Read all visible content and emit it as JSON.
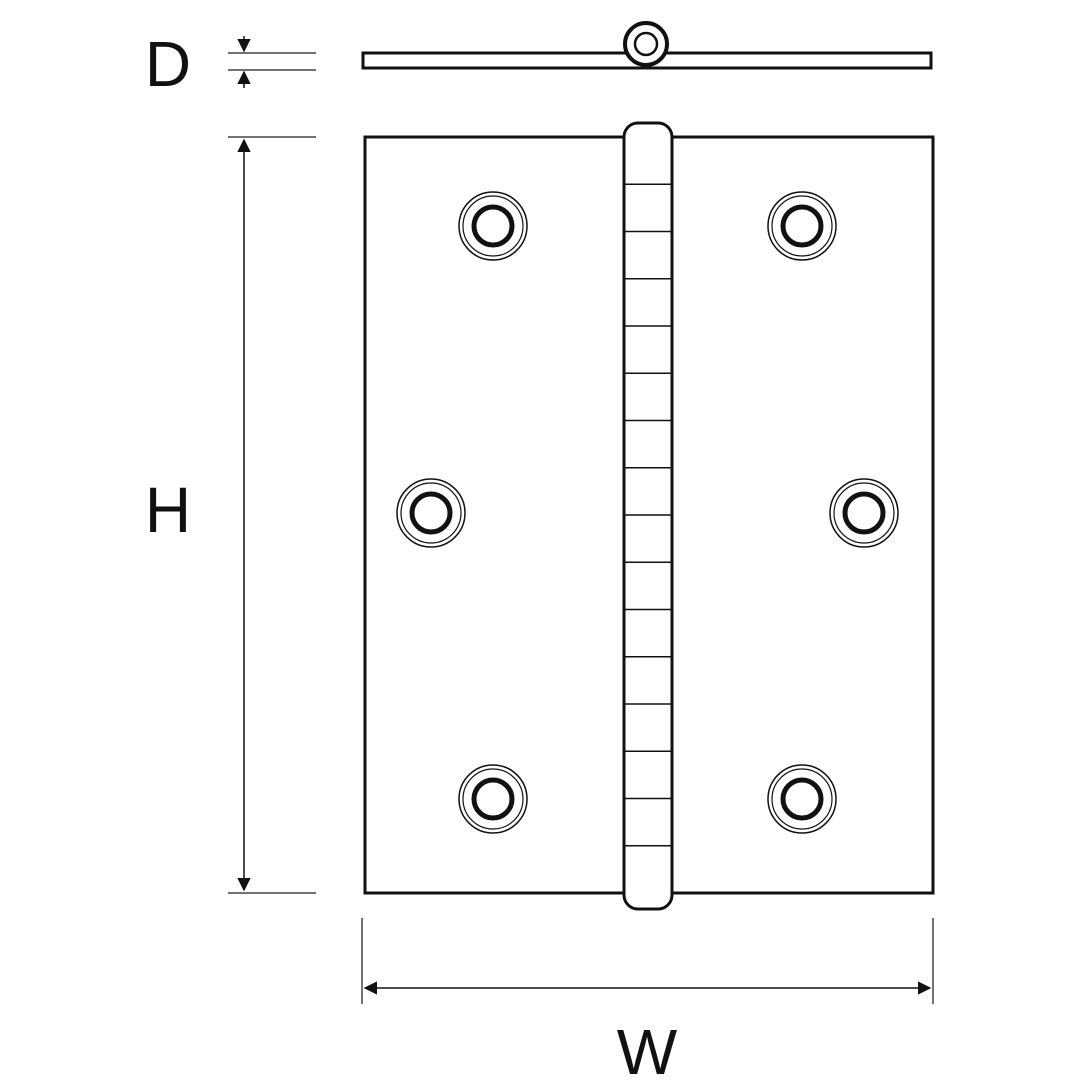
{
  "labels": {
    "depth": "D",
    "height": "H",
    "width": "W"
  },
  "colors": {
    "line": "#111111",
    "background": "#ffffff",
    "thin_line": "#444444"
  },
  "screw_holes": {
    "count": 6
  },
  "knuckle_segments": 16
}
